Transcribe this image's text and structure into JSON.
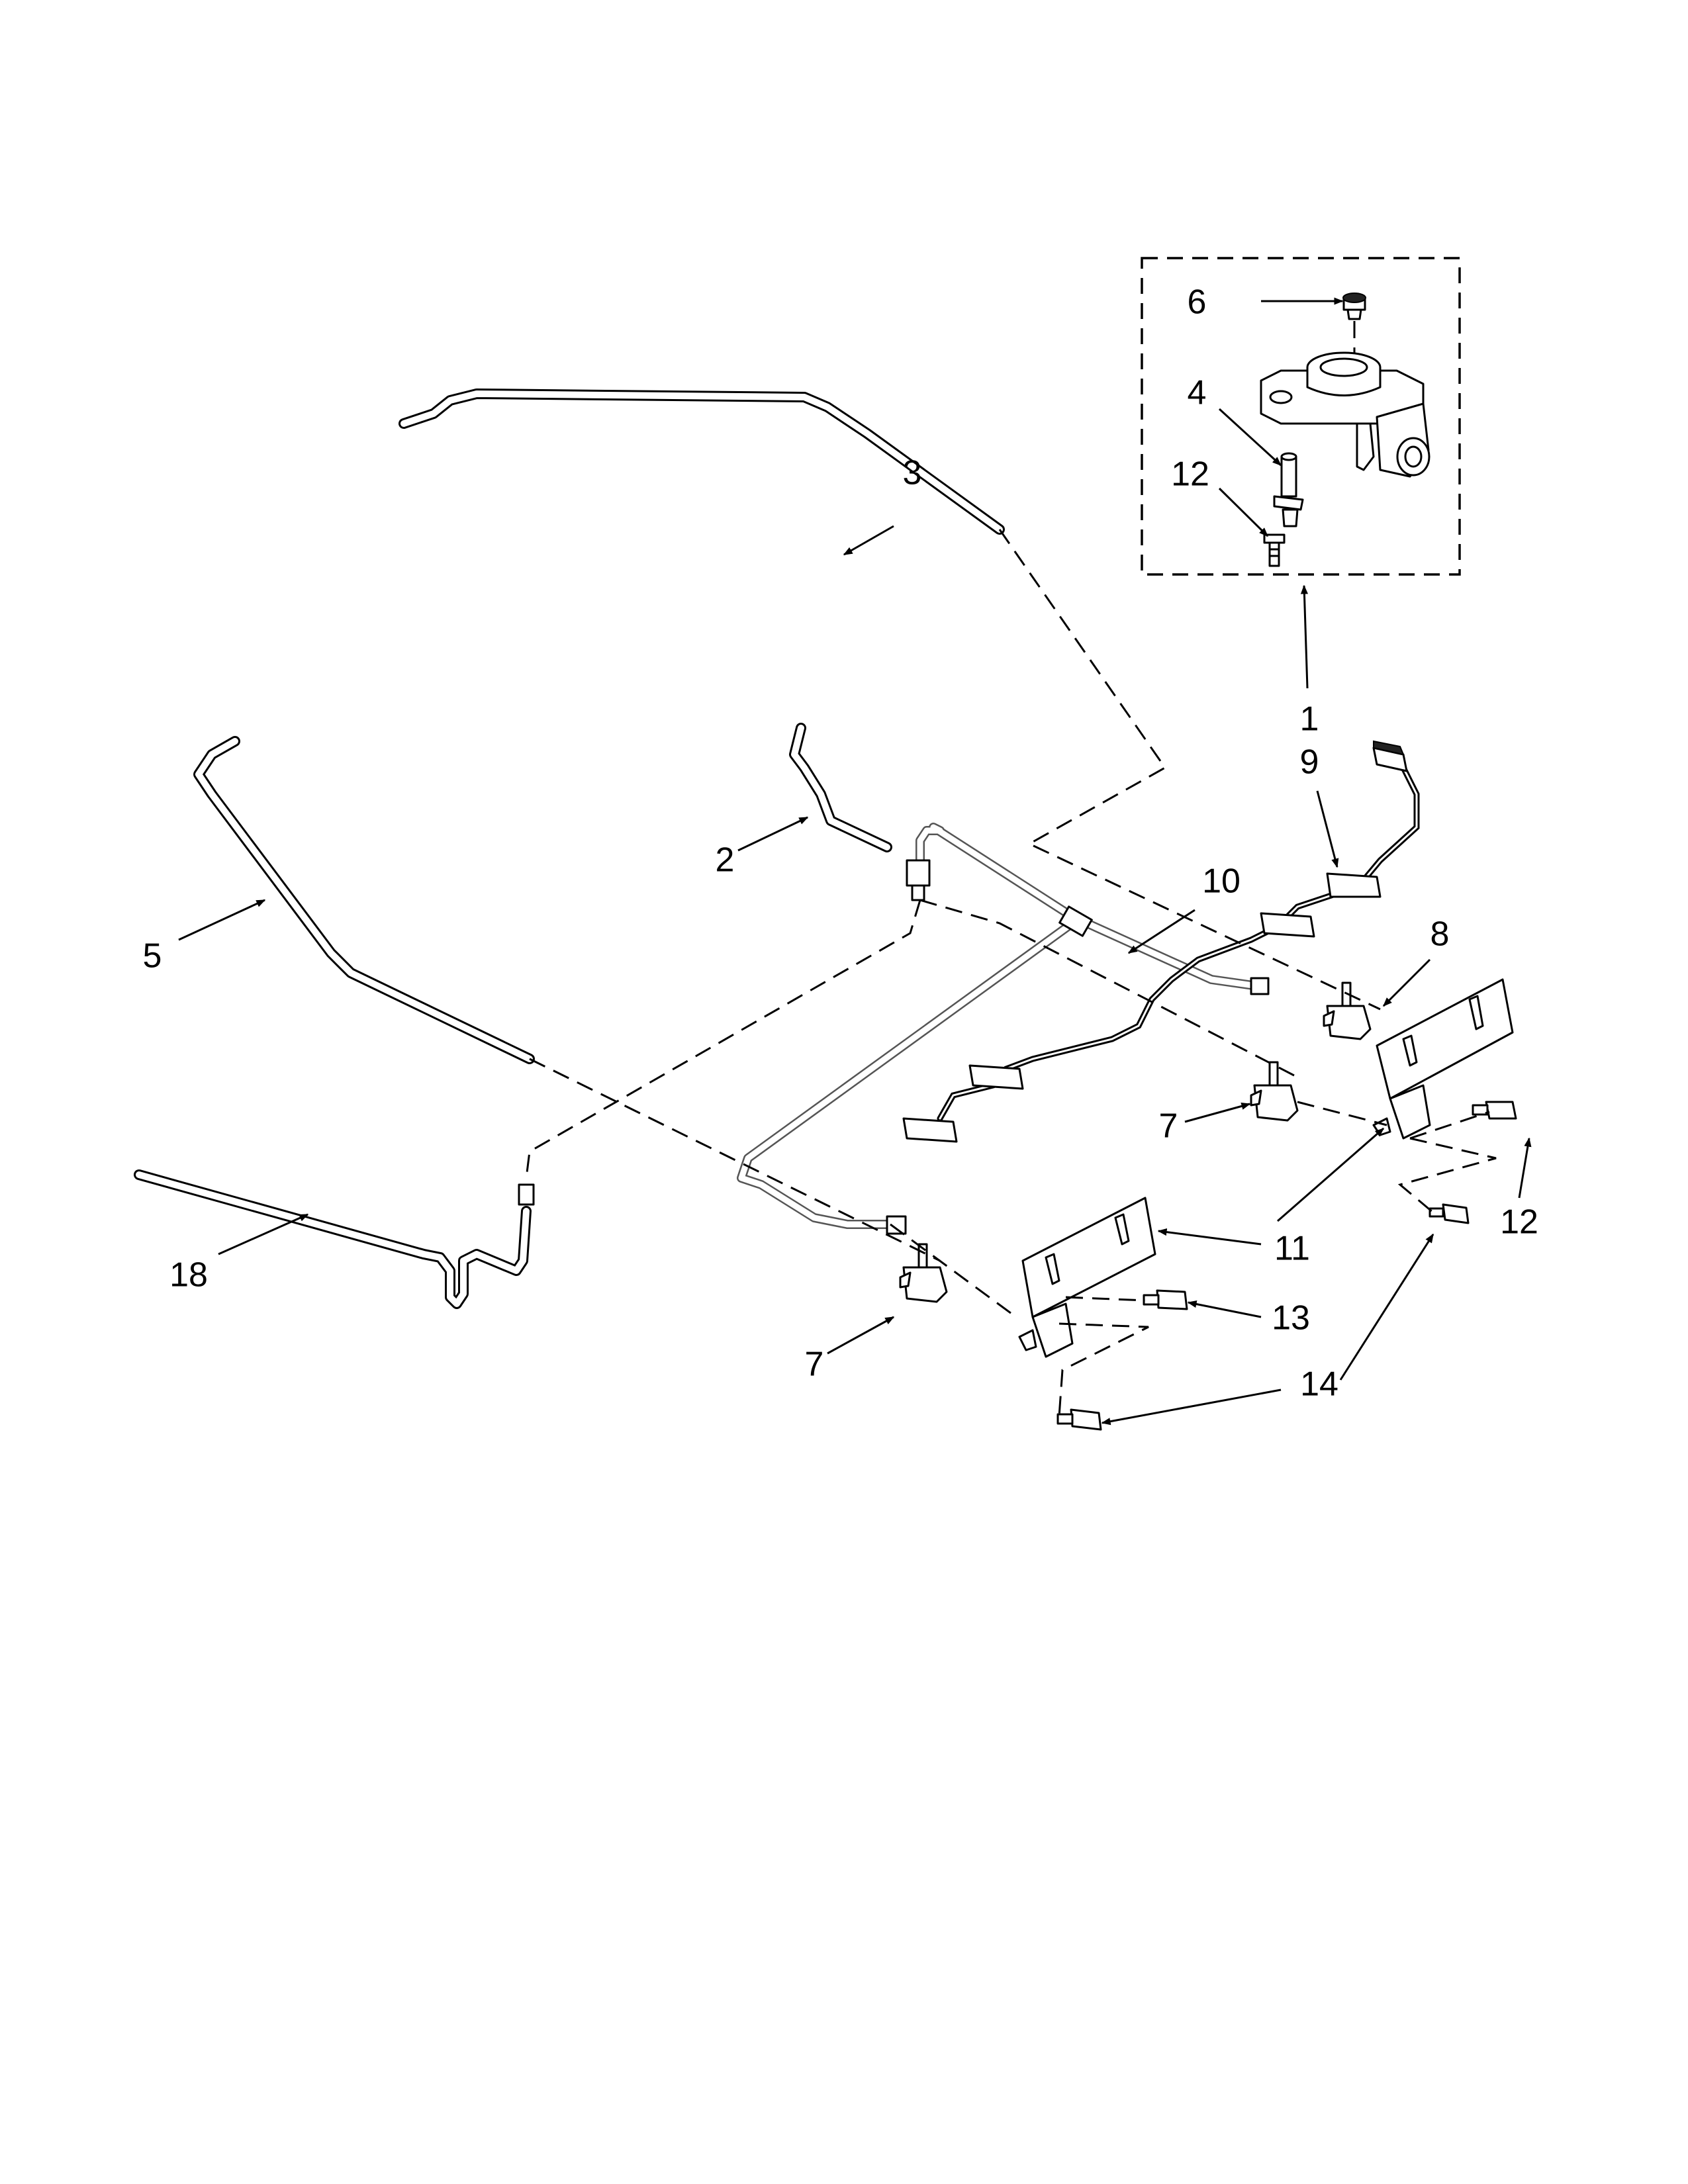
{
  "callouts": [
    {
      "id": "c1",
      "label": "1"
    },
    {
      "id": "c2",
      "label": "2"
    },
    {
      "id": "c3",
      "label": "3"
    },
    {
      "id": "c4",
      "label": "4"
    },
    {
      "id": "c5",
      "label": "5"
    },
    {
      "id": "c6",
      "label": "6"
    },
    {
      "id": "c7a",
      "label": "7"
    },
    {
      "id": "c7b",
      "label": "7"
    },
    {
      "id": "c8",
      "label": "8"
    },
    {
      "id": "c9",
      "label": "9"
    },
    {
      "id": "c10",
      "label": "10"
    },
    {
      "id": "c11",
      "label": "11"
    },
    {
      "id": "c12a",
      "label": "12"
    },
    {
      "id": "c12b",
      "label": "12"
    },
    {
      "id": "c13",
      "label": "13"
    },
    {
      "id": "c14",
      "label": "14"
    },
    {
      "id": "c18",
      "label": "18"
    }
  ]
}
